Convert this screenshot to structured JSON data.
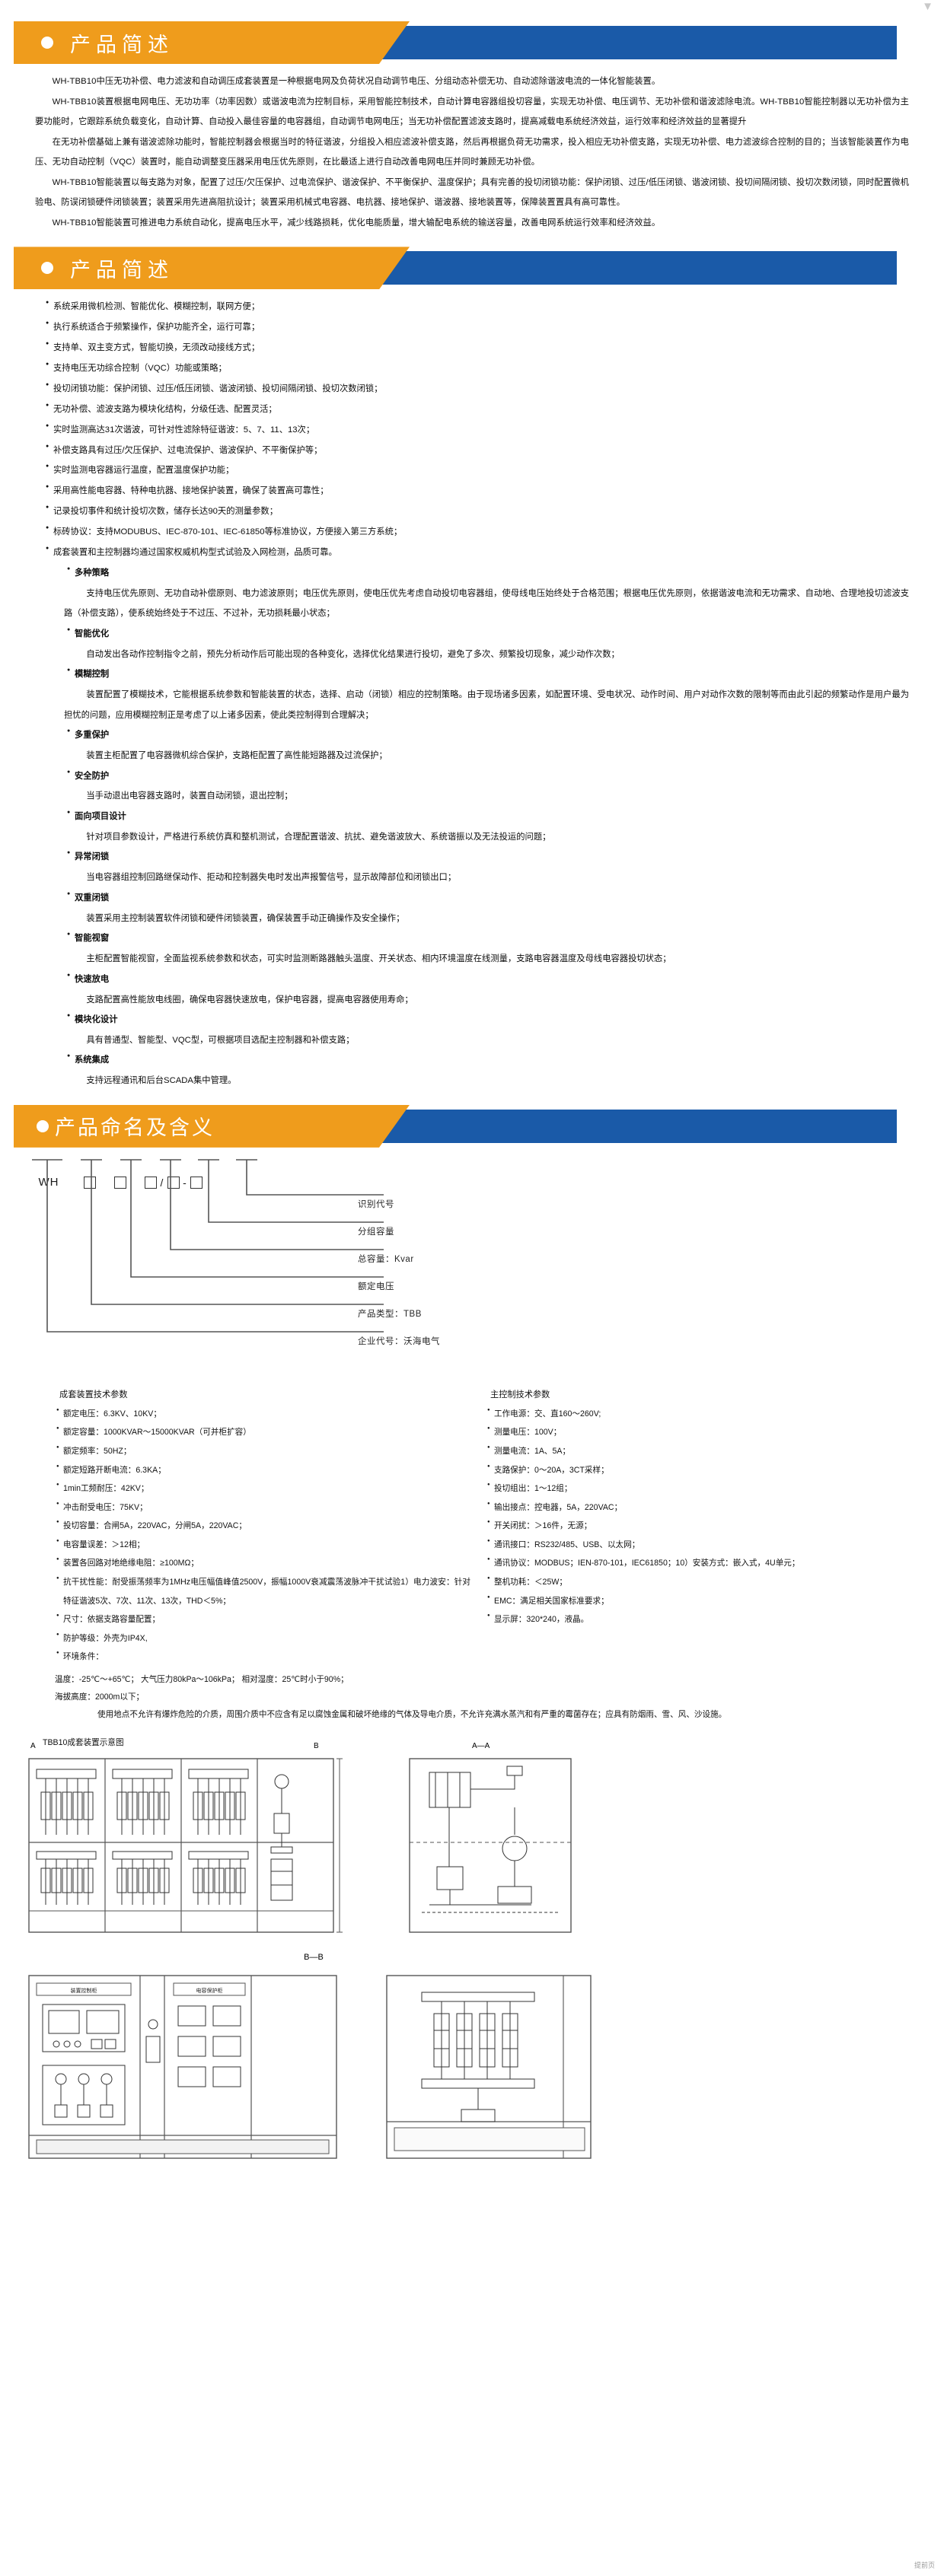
{
  "colors": {
    "orange": "#ef9c1c",
    "blue": "#1a5aa8",
    "text": "#0d0d0d"
  },
  "sections": {
    "intro": {
      "title": "产品简述",
      "paragraphs": [
        "WH-TBB10中压无功补偿、电力滤波和自动调压成套装置是一种根据电网及负荷状况自动调节电压、分组动态补偿无功、自动滤除谐波电流的一体化智能装置。",
        "WH-TBB10装置根据电网电压、无功功率（功率因数）或谐波电流为控制目标，采用智能控制技术，自动计算电容器组投切容量，实现无功补偿、电压调节、无功补偿和谐波滤除电流。WH-TBB10智能控制器以无功补偿为主要功能时，它跟踪系统负载变化，自动计算、自动投入最佳容量的电容器组，自动调节电网电压；当无功补偿配置滤波支路时，提高减载电系统经济效益，运行效率和经济效益的显著提升",
        "在无功补偿基础上兼有谐波滤除功能时，智能控制器会根据当时的特征谐波，分组投入相应滤波补偿支路，然后再根据负荷无功需求，投入相应无功补偿支路，实现无功补偿、电力滤波综合控制的目的；当该智能装置作为电压、无功自动控制（VQC）装置时，能自动调整变压器采用电压优先原则，在比最适上进行自动改善电网电压并同时兼顾无功补偿。",
        "WH-TBB10智能装置以每支路为对象，配置了过压/欠压保护、过电流保护、谐波保护、不平衡保护、温度保护；具有完善的投切闭锁功能：保护闭锁、过压/低压闭锁、谐波闭锁、投切间隔闭锁、投切次数闭锁，同时配置微机验电、防误闭锁硬件闭锁装置；装置采用先进高阻抗设计；装置采用机械式电容器、电抗器、接地保护、谐波器、接地装置等，保障装置置具有高可靠性。",
        "WH-TBB10智能装置可推进电力系统自动化，提高电压水平，减少线路损耗，优化电能质量，增大输配电系统的输送容量，改善电网系统运行效率和经济效益。"
      ]
    },
    "features": {
      "title": "产品简述",
      "items": [
        {
          "type": "bullet",
          "text": "系统采用微机检测、智能优化、模糊控制，联网方便；"
        },
        {
          "type": "bullet",
          "text": "执行系统适合于频繁操作，保护功能齐全，运行可靠；"
        },
        {
          "type": "bullet",
          "text": "支持单、双主变方式，智能切换，无须改动接线方式；"
        },
        {
          "type": "bullet",
          "text": "支持电压无功综合控制（VQC）功能或策略；"
        },
        {
          "type": "bullet",
          "text": "投切闭锁功能：保护闭锁、过压/低压闭锁、谐波闭锁、投切间隔闭锁、投切次数闭锁；"
        },
        {
          "type": "bullet",
          "text": "无功补偿、滤波支路为模块化结构，分级任选、配置灵活；"
        },
        {
          "type": "bullet",
          "text": "实时监测高达31次谐波，可针对性滤除特征谐波：5、7、11、13次；"
        },
        {
          "type": "bullet",
          "text": "补偿支路具有过压/欠压保护、过电流保护、谐波保护、不平衡保护等；"
        },
        {
          "type": "bullet",
          "text": "实时监测电容器运行温度，配置温度保护功能；"
        },
        {
          "type": "bullet",
          "text": "采用高性能电容器、特种电抗器、接地保护装置，确保了装置高可靠性；"
        },
        {
          "type": "bullet",
          "text": "记录投切事件和统计投切次数，储存长达90天的测量参数；"
        },
        {
          "type": "bullet",
          "text": "标砖协议：支持MODUBUS、IEC-870-101、IEC-61850等标准协议，方便接入第三方系统；"
        },
        {
          "type": "bullet",
          "text": "成套装置和主控制器均通过国家权威机构型式试验及入网检测，品质可靠。"
        },
        {
          "type": "subhead",
          "text": "多种策略"
        },
        {
          "type": "para",
          "text": "支持电压优先原则、无功自动补偿原则、电力滤波原则；电压优先原则，使电压优先考虑自动投切电容器组，使母线电压始终处于合格范围；根据电压优先原则，依据谐波电流和无功需求、自动地、合理地投切滤波支路（补偿支路），使系统始终处于不过压、不过补，无功损耗最小状态；"
        },
        {
          "type": "subhead",
          "text": "智能优化"
        },
        {
          "type": "para",
          "text": "自动发出各动作控制指令之前，预先分析动作后可能出现的各种变化，选择优化结果进行投切，避免了多次、频繁投切现象，减少动作次数；"
        },
        {
          "type": "subhead",
          "text": "模糊控制"
        },
        {
          "type": "para",
          "text": "装置配置了模糊技术，它能根据系统参数和智能装置的状态，选择、启动（闭锁）相应的控制策略。由于现场诸多因素，如配置环境、受电状况、动作时间、用户对动作次数的限制等而由此引起的频繁动作是用户最为担忧的问题，应用模糊控制正是考虑了以上诸多因素，使此类控制得到合理解决；"
        },
        {
          "type": "subhead",
          "text": "多重保护"
        },
        {
          "type": "para",
          "text": "装置主柜配置了电容器微机综合保护，支路柜配置了高性能短路器及过流保护；"
        },
        {
          "type": "subhead",
          "text": "安全防护"
        },
        {
          "type": "para",
          "text": "当手动退出电容器支路时，装置自动闭锁，退出控制；"
        },
        {
          "type": "subhead",
          "text": "面向项目设计"
        },
        {
          "type": "para",
          "text": "针对项目参数设计，严格进行系统仿真和整机测试，合理配置谐波、抗扰、避免谐波放大、系统谐振以及无法投运的问题；"
        },
        {
          "type": "subhead",
          "text": "异常闭锁"
        },
        {
          "type": "para",
          "text": "当电容器组控制回路继保动作、拒动和控制器失电时发出声报警信号，显示故障部位和闭锁出口；"
        },
        {
          "type": "subhead",
          "text": "双重闭锁"
        },
        {
          "type": "para",
          "text": "装置采用主控制装置软件闭锁和硬件闭锁装置，确保装置手动正确操作及安全操作；"
        },
        {
          "type": "subhead",
          "text": "智能视窗"
        },
        {
          "type": "para",
          "text": "主柜配置智能视窗，全面监视系统参数和状态，可实时监测断路器触头温度、开关状态、相内环境温度在线测量，支路电容器温度及母线电容器投切状态；"
        },
        {
          "type": "subhead",
          "text": "快速放电"
        },
        {
          "type": "para",
          "text": "支路配置高性能放电线圈，确保电容器快速放电，保护电容器，提高电容器使用寿命；"
        },
        {
          "type": "subhead",
          "text": "模块化设计"
        },
        {
          "type": "para",
          "text": "具有普通型、智能型、VQC型，可根据项目选配主控制器和补偿支路；"
        },
        {
          "type": "subhead",
          "text": "系统集成"
        },
        {
          "type": "para",
          "text": "支持远程通讯和后台SCADA集中管理。"
        }
      ]
    },
    "naming": {
      "title": "产品命名及含义",
      "code_prefix": "WH",
      "separators": {
        "slash": "/",
        "dash": "-"
      },
      "labels": [
        "识别代号",
        "分组容量",
        "总容量：Kvar",
        "额定电压",
        "产品类型：TBB",
        "企业代号：沃海电气"
      ]
    },
    "specs": {
      "left": {
        "title": "成套装置技术参数",
        "items": [
          "额定电压：6.3KV、10KV；",
          "额定容量：1000KVAR～15000KVAR（可并柜扩容）",
          "额定频率：50HZ；",
          "额定短路开断电流：6.3KA；",
          "1min工频耐压：42KV；",
          "冲击耐受电压：75KV；",
          "投切容量：合闸5A，220VAC，分闸5A，220VAC；",
          "电容量误差：＞12相；",
          "装置各回路对地绝缘电阻：≥100MΩ；",
          "抗干扰性能：耐受振荡频率为1MHz电压幅值峰值2500V，振幅1000V衰减震荡波脉冲干扰试验1）电力波安：针对特征谐波5次、7次、11次、13次，THD＜5%；",
          "尺寸：依据支路容量配置；",
          "防护等级：外壳为IP4X,",
          "环境条件："
        ]
      },
      "right": {
        "title": "主控制技术参数",
        "items": [
          "工作电源：交、直160～260V;",
          "测量电压：100V；",
          "测量电流：1A、5A；",
          "支路保护：0～20A，3CT采样；",
          "投切组出：1～12组；",
          "输出接点：控电器，5A，220VAC；",
          "开关闭扰：＞16件，无源；",
          "通讯接口：RS232/485、USB、以太网；",
          "通讯协议：MODBUS；IEN-870-101，IEC61850；10）安装方式：嵌入式，4U单元；",
          "整机功耗：＜25W；",
          "EMC：满足相关国家标准要求；",
          "显示屏：320*240，液晶。"
        ]
      }
    },
    "env_note": {
      "line1": "温度：-25℃～+65℃；",
      "line2": "大气压力80kPa～106kPa；",
      "line3": "相对湿度：25℃时小于90%；",
      "line4": "海拔高度：2000m以下；",
      "paragraph": "使用地点不允许有爆炸危险的介质，周围介质中不应含有足以腐蚀金属和破坏绝缘的气体及导电介质，不允许充满水蒸汽和有严重的霉菌存在；应具有防烟雨、雪、风、沙设施。"
    },
    "figure": {
      "caption": "TBB10成套装置示意图",
      "view_labels": {
        "a_left": "A",
        "b_right": "B",
        "aa": "A—A",
        "bb": "B—B"
      },
      "panel_labels": [
        "装置控制柜",
        "电容保护柜"
      ]
    },
    "scroll_hint": "提前页"
  }
}
